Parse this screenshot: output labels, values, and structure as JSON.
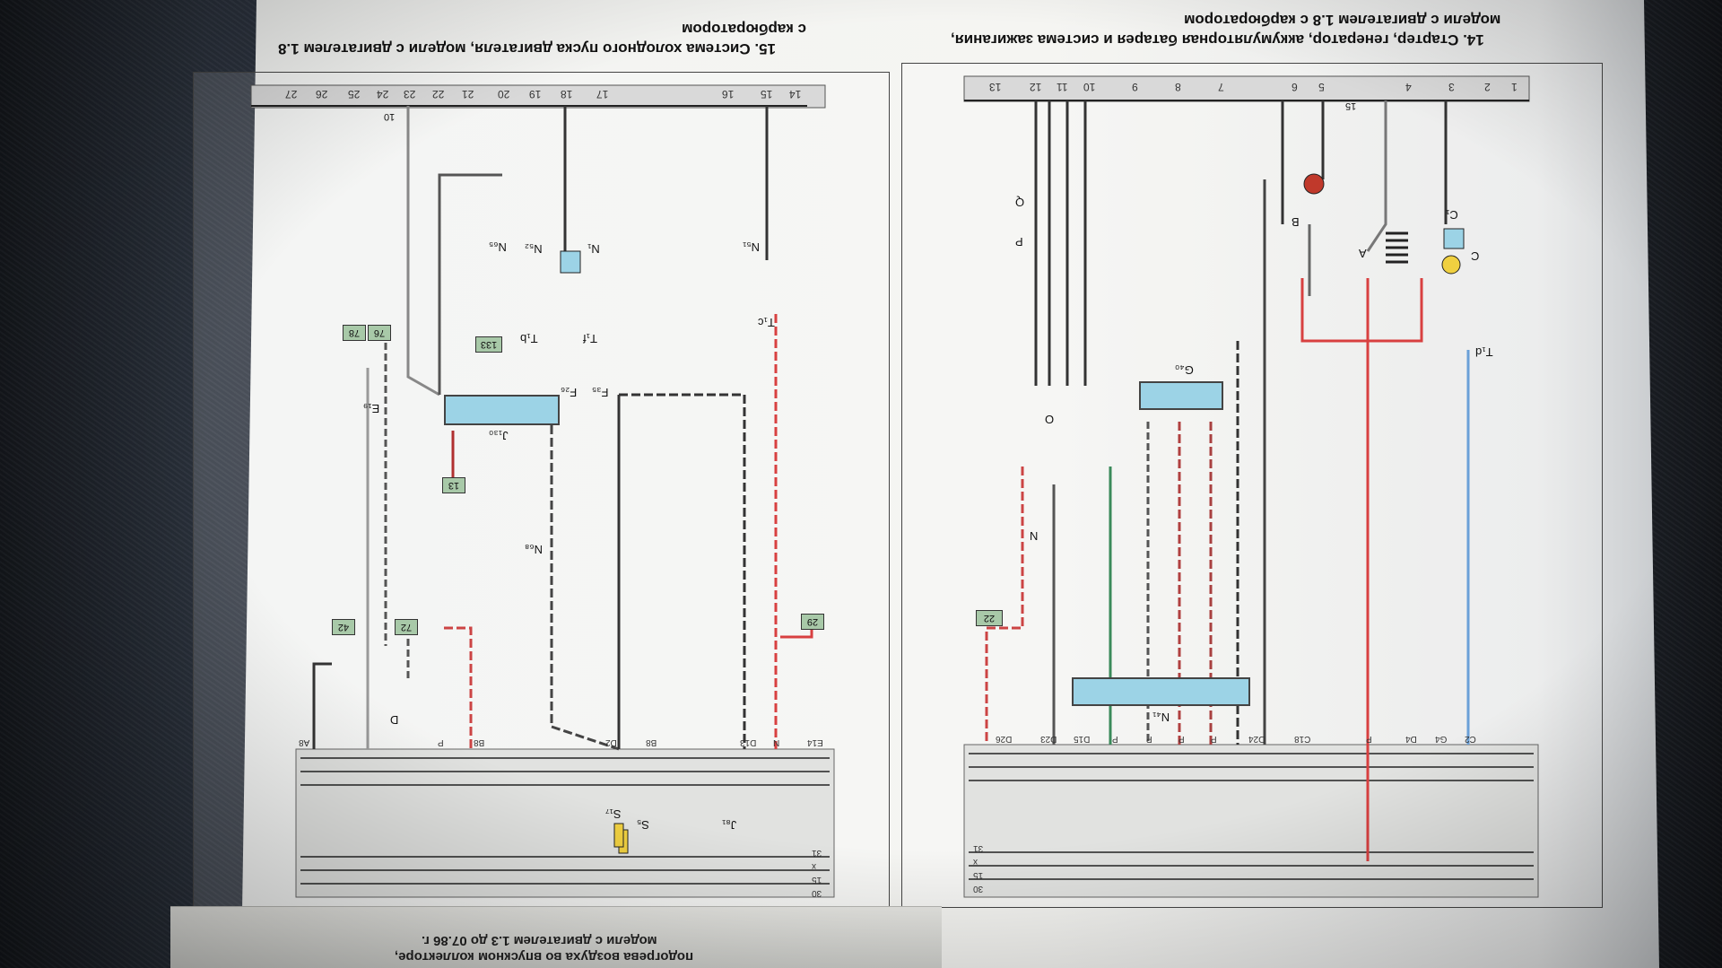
{
  "diagram_14": {
    "title_line1": "14. Стартер, генератор, аккумуляторная батарея и система зажигания,",
    "title_line2": "модели с двигателем 1.8 с карбюратором",
    "top_numbers": [
      "1",
      "2",
      "3",
      "4",
      "5",
      "6",
      "7",
      "8",
      "9",
      "10",
      "11",
      "12",
      "13"
    ],
    "labels": {
      "A": "A",
      "B": "B",
      "C": "C",
      "C1": "C₁",
      "O": "O",
      "P": "P",
      "Q": "Q",
      "N": "N",
      "N41": "N₄₁",
      "G40": "G₄₀",
      "T1d": "T₁d",
      "ref_22": "22",
      "marker_15": "15"
    },
    "bottom_bus": [
      "30",
      "15",
      "x",
      "31"
    ],
    "connector_row": [
      "C2",
      "G4",
      "D4",
      "P",
      "C18",
      "D24",
      "P",
      "P",
      "P",
      "P",
      "D15",
      "D23",
      "D26"
    ]
  },
  "diagram_15": {
    "title_line1": "15. Система холодного пуска двигателя, модели с двигателем 1.8",
    "title_line2": "с карбюратором",
    "top_numbers": [
      "14",
      "15",
      "16",
      "17",
      "18",
      "19",
      "20",
      "21",
      "22",
      "23",
      "24",
      "25",
      "26",
      "27"
    ],
    "labels": {
      "N51": "N₅₁",
      "T1c": "T₁c",
      "N1": "N₁",
      "T1f": "T₁f",
      "N52": "N₅₂",
      "N65": "N₆₅",
      "T1b": "T₁b",
      "J130": "J₁₃₀",
      "N68": "N₆₈",
      "F26": "F₂₆",
      "F35": "F₃₅",
      "E19": "E₁₉",
      "D": "D",
      "S5": "S₅",
      "J81": "J₈₁",
      "S17": "S₁₇",
      "ref_29": "29",
      "ref_13": "13",
      "ref_133": "133",
      "ref_42": "42",
      "ref_72": "72",
      "ref_76": "76",
      "ref_78": "78",
      "marker_10": "10"
    },
    "bottom_bus": [
      "30",
      "15",
      "x",
      "31"
    ],
    "connector_row": [
      "E14",
      "N",
      "D13",
      "B8",
      "D2",
      "B8",
      "P",
      "A8"
    ]
  },
  "under_page": {
    "line1": "модели с двигателем 1.3 до 07.86 г.",
    "line2": "подогрева воздуха во впускном коллекторе,"
  }
}
